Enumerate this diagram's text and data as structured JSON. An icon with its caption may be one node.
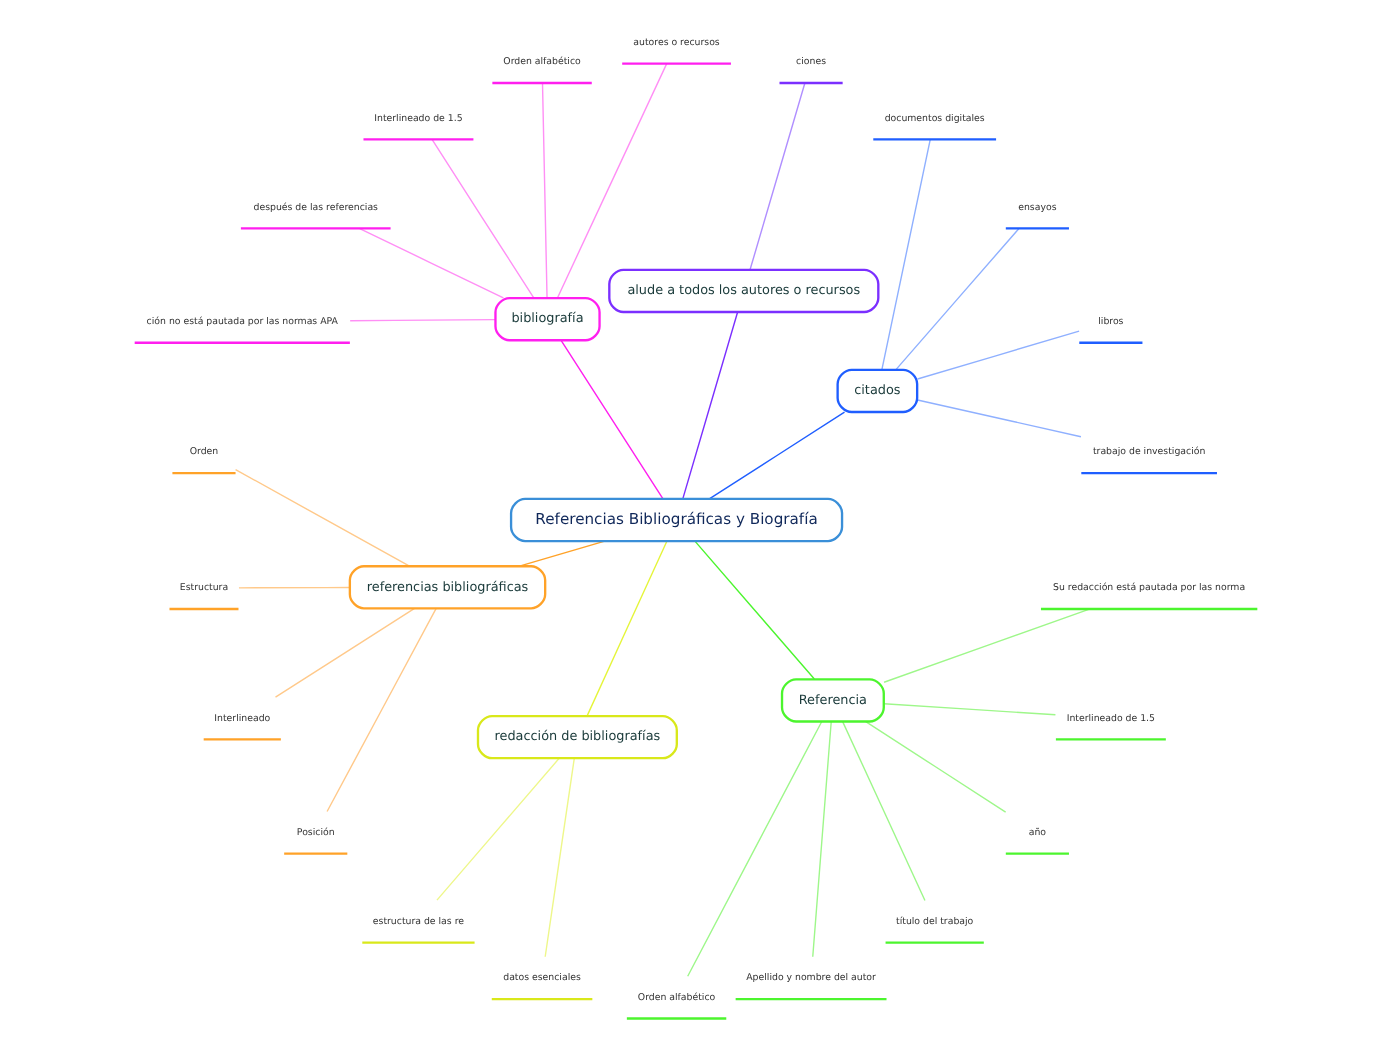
{
  "diagram": {
    "nodes": [
      {
        "text": [
          "Referencias Bibliográficas y Biografía"
        ]
      },
      {
        "text": [
          "citados"
        ]
      },
      {
        "text": [
          "trabajo de investigación"
        ]
      },
      {
        "text": [
          "libros"
        ]
      },
      {
        "text": [
          "ensayos"
        ]
      },
      {
        "text": [
          "documentos digitales"
        ]
      },
      {
        "text": [
          "alude a todos los autores o recursos"
        ]
      },
      {
        "text": [
          "ciones"
        ]
      },
      {
        "text": [
          "bibliografía"
        ]
      },
      {
        "text": [
          "autores o recursos"
        ]
      },
      {
        "text": [
          "Orden alfabético"
        ]
      },
      {
        "text": [
          "Interlineado de 1.5"
        ]
      },
      {
        "text": [
          "después de las referencias"
        ]
      },
      {
        "text": [
          "ción no está pautada por las normas APA"
        ]
      },
      {
        "text": [
          "referencias bibliográficas"
        ]
      },
      {
        "text": [
          "Orden"
        ]
      },
      {
        "text": [
          "Estructura"
        ]
      },
      {
        "text": [
          "Interlineado"
        ]
      },
      {
        "text": [
          "Posición"
        ]
      },
      {
        "text": [
          "redacción de bibliografías"
        ]
      },
      {
        "text": [
          "estructura de las re"
        ]
      },
      {
        "text": [
          "datos esenciales"
        ]
      },
      {
        "text": [
          "Referencia"
        ]
      },
      {
        "text": [
          "Orden alfabético"
        ]
      },
      {
        "text": [
          "Apellido y nombre del autor"
        ]
      },
      {
        "text": [
          "título del trabajo"
        ]
      },
      {
        "text": [
          "año"
        ]
      },
      {
        "text": [
          "Interlineado de 1.5"
        ]
      },
      {
        "text": [
          "Su redacción está pautada por las norma"
        ]
      }
    ],
    "edges": [
      {
        "from": 0,
        "to": 1,
        "arrow": "none",
        "color": "#1f5eff"
      },
      {
        "from": 1,
        "to": 2,
        "arrow": "none",
        "color": "#8fb0ff"
      },
      {
        "from": 1,
        "to": 3,
        "arrow": "none",
        "color": "#8fb0ff"
      },
      {
        "from": 1,
        "to": 4,
        "arrow": "none",
        "color": "#8fb0ff"
      },
      {
        "from": 1,
        "to": 5,
        "arrow": "none",
        "color": "#8fb0ff"
      },
      {
        "from": 0,
        "to": 6,
        "arrow": "none",
        "color": "#7b2fff"
      },
      {
        "from": 6,
        "to": 7,
        "arrow": "none",
        "color": "#b08fff"
      },
      {
        "from": 0,
        "to": 8,
        "arrow": "none",
        "color": "#ff1fef"
      },
      {
        "from": 8,
        "to": 9,
        "arrow": "none",
        "color": "#ff8ff5"
      },
      {
        "from": 8,
        "to": 10,
        "arrow": "none",
        "color": "#ff8ff5"
      },
      {
        "from": 8,
        "to": 11,
        "arrow": "none",
        "color": "#ff8ff5"
      },
      {
        "from": 8,
        "to": 12,
        "arrow": "none",
        "color": "#ff8ff5"
      },
      {
        "from": 8,
        "to": 13,
        "arrow": "none",
        "color": "#ff8ff5"
      },
      {
        "from": 0,
        "to": 14,
        "arrow": "none",
        "color": "#ffa228"
      },
      {
        "from": 14,
        "to": 15,
        "arrow": "none",
        "color": "#ffc98a"
      },
      {
        "from": 14,
        "to": 16,
        "arrow": "none",
        "color": "#ffc98a"
      },
      {
        "from": 14,
        "to": 17,
        "arrow": "none",
        "color": "#ffc98a"
      },
      {
        "from": 14,
        "to": 18,
        "arrow": "none",
        "color": "#ffc98a"
      },
      {
        "from": 0,
        "to": 19,
        "arrow": "none",
        "color": "#e5f53a"
      },
      {
        "from": 19,
        "to": 20,
        "arrow": "none",
        "color": "#eef78a"
      },
      {
        "from": 19,
        "to": 21,
        "arrow": "none",
        "color": "#eef78a"
      },
      {
        "from": 0,
        "to": 22,
        "arrow": "none",
        "color": "#4cf52e"
      },
      {
        "from": 22,
        "to": 23,
        "arrow": "none",
        "color": "#9ef78a"
      },
      {
        "from": 22,
        "to": 24,
        "arrow": "none",
        "color": "#9ef78a"
      },
      {
        "from": 22,
        "to": 25,
        "arrow": "none",
        "color": "#9ef78a"
      },
      {
        "from": 22,
        "to": 26,
        "arrow": "none",
        "color": "#9ef78a"
      },
      {
        "from": 22,
        "to": 27,
        "arrow": "none",
        "color": "#9ef78a"
      },
      {
        "from": 22,
        "to": 28,
        "arrow": "none",
        "color": "#9ef78a"
      }
    ]
  }
}
